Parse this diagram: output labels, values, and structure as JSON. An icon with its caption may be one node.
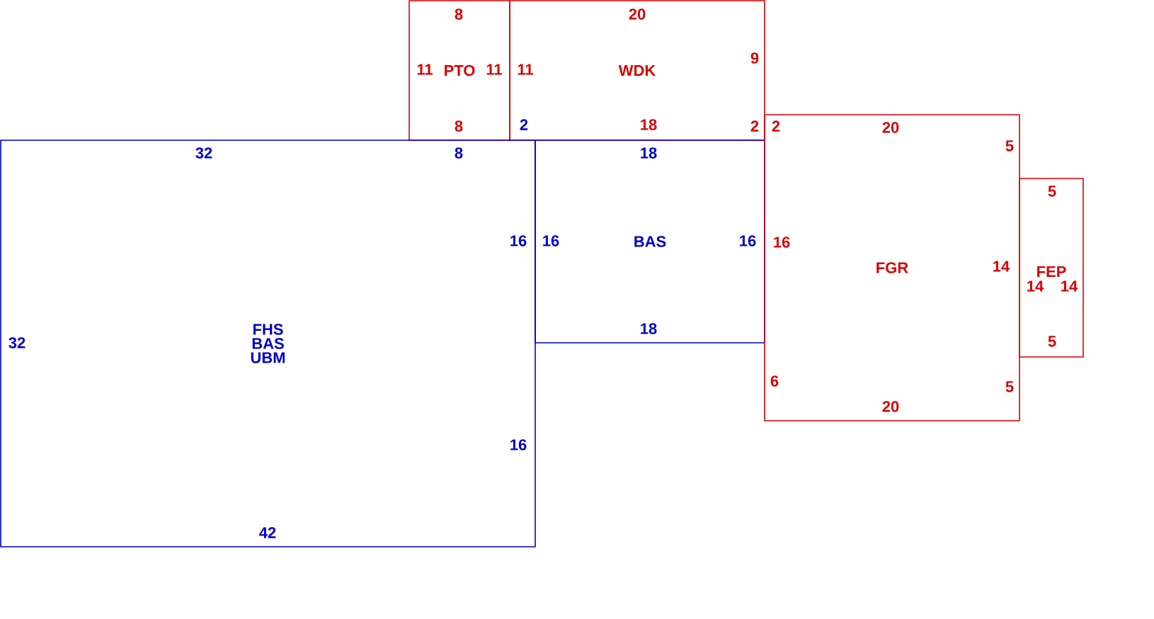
{
  "diagram": {
    "nodes": [
      {
        "text": [
          "PTO"
        ]
      },
      {
        "text": [
          "WDK"
        ]
      },
      {
        "text": [
          "FHS",
          "BAS",
          "UBM"
        ]
      },
      {
        "text": [
          "BAS"
        ]
      },
      {
        "text": [
          "FGR"
        ]
      },
      {
        "text": [
          "FEP"
        ]
      }
    ],
    "labels": [
      "8",
      "20",
      "11",
      "11",
      "11",
      "9",
      "8",
      "2",
      "18",
      "2",
      "2",
      "20",
      "5",
      "32",
      "8",
      "18",
      "5",
      "16",
      "16",
      "16",
      "16",
      "14",
      "14",
      "14",
      "18",
      "32",
      "5",
      "6",
      "5",
      "20",
      "16",
      "42"
    ]
  }
}
